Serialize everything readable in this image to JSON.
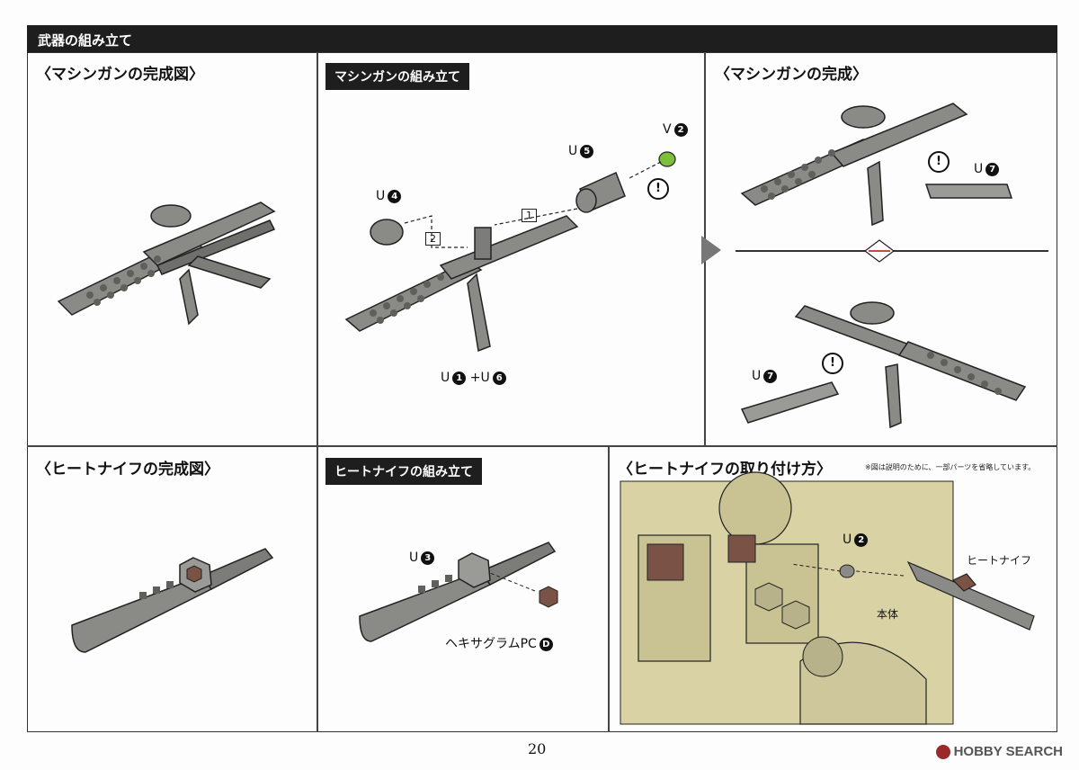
{
  "header": {
    "title": "武器の組み立て"
  },
  "machine_gun": {
    "complete_diagram_title": "〈マシンガンの完成図〉",
    "assembly_title": "マシンガンの組み立て",
    "completion_title": "〈マシンガンの完成〉",
    "parts": {
      "u4": {
        "letter": "U",
        "num": "4"
      },
      "u5": {
        "letter": "U",
        "num": "5"
      },
      "v2": {
        "letter": "V",
        "num": "2"
      },
      "u1": {
        "letter": "U",
        "num": "1"
      },
      "u6": {
        "letter": "U",
        "num": "6"
      },
      "plus": "+",
      "u7a": {
        "letter": "U",
        "num": "7"
      },
      "u7b": {
        "letter": "U",
        "num": "7"
      }
    },
    "steps": {
      "step1": "1",
      "step2": "2"
    },
    "caution_mark": "!"
  },
  "heat_knife": {
    "complete_diagram_title": "〈ヒートナイフの完成図〉",
    "assembly_title": "ヒートナイフの組み立て",
    "attach_title": "〈ヒートナイフの取り付け方〉",
    "attach_note": "※図は説明のために、一部パーツを省略しています。",
    "parts": {
      "u3": {
        "letter": "U",
        "num": "3"
      },
      "hexa": {
        "name": "ヘキサグラムPC",
        "num": "D"
      },
      "u2": {
        "letter": "U",
        "num": "2"
      },
      "knife_label": "ヒートナイフ",
      "body_label": "本体"
    }
  },
  "footer": {
    "page_number": "20",
    "watermark": "HOBBY SEARCH"
  },
  "colors": {
    "part_gray": "#8a8b86",
    "part_dark": "#5f605c",
    "green_part": "#7bbf3a",
    "brown_part": "#7a5246",
    "body_yellow": "#d8d2a4"
  }
}
